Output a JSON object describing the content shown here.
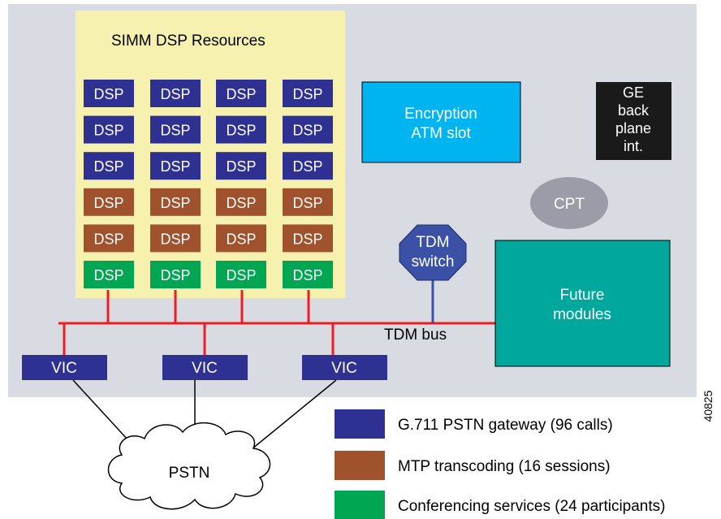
{
  "simm": {
    "title": "SIMM DSP Resources"
  },
  "dsp_label": "DSP",
  "dsp_rows": [
    {
      "group": "g711"
    },
    {
      "group": "g711"
    },
    {
      "group": "g711"
    },
    {
      "group": "mtp"
    },
    {
      "group": "mtp"
    },
    {
      "group": "conf"
    }
  ],
  "encryption": {
    "line1": "Encryption",
    "line2": "ATM slot"
  },
  "ge": {
    "line1": "GE",
    "line2": "back",
    "line3": "plane",
    "line4": "int."
  },
  "cpt": {
    "label": "CPT"
  },
  "tdm_switch": {
    "line1": "TDM",
    "line2": "switch"
  },
  "future": {
    "line1": "Future",
    "line2": "modules"
  },
  "tdm_bus": {
    "label": "TDM bus"
  },
  "vic": {
    "label": "VIC"
  },
  "pstn": {
    "label": "PSTN"
  },
  "figure_id": "40825",
  "legend": [
    {
      "color": "#2e3192",
      "label": "G.711 PSTN gateway (96 calls)"
    },
    {
      "color": "#a0522d",
      "label": "MTP transcoding (16 sessions)"
    },
    {
      "color": "#00a651",
      "label": "Conferencing services (24 participants)"
    }
  ],
  "colors": {
    "panel": "#d9dbe2",
    "simm": "#f7f1b0",
    "g711": "#2e3192",
    "mtp": "#a0522d",
    "conf": "#00a651",
    "encryption": "#00b4f0",
    "ge": "#1a1a1a",
    "cpt": "#9a9ca8",
    "tdm_switch": "#3a51a6",
    "future": "#00a79d",
    "bus": "#ee1c24",
    "vic": "#2e3192"
  }
}
